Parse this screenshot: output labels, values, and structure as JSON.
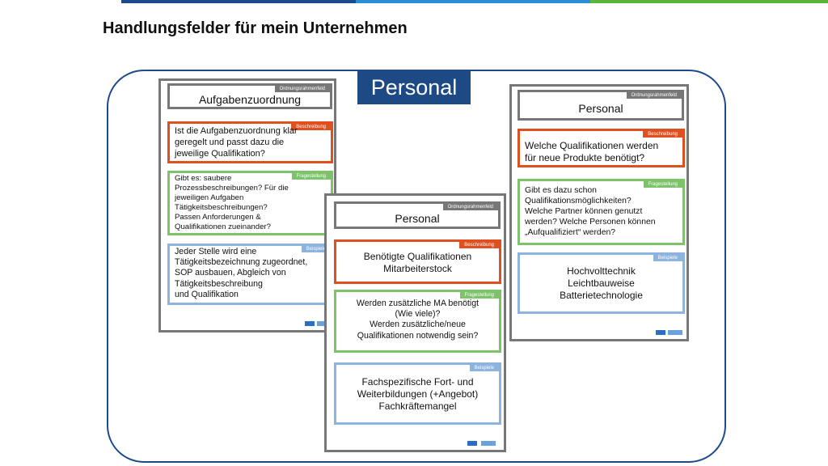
{
  "page": {
    "title": "Handlungsfelder für mein Unternehmen"
  },
  "badge": {
    "label": "Personal"
  },
  "colors": {
    "dark_blue": "#1c4a8a",
    "orange": "#e0501f",
    "green": "#7cc36a",
    "light_blue": "#8db3df",
    "gray": "#777777"
  },
  "cards": {
    "left": {
      "ordnung_tag": "Ordnungsrahmenfeld",
      "ordnung": "Aufgabenzuordnung",
      "beschreibung_tag": "Beschreibung",
      "beschreibung": "Ist die Aufgabenzuordnung klar\ngeregelt und passt dazu die\njeweilige Qualifikation?",
      "frage_tag": "Fragestellung",
      "frage": "Gibt es: saubere\nProzessbeschreibungen? Für die\njeweiligen Aufgaben\nTätigkeitsbeschreibungen?\nPassen Anforderungen &\nQualifikationen zueinander?",
      "beispiel_tag": "Beispiele",
      "beispiel": "Jeder Stelle wird eine\nTätigkeitsbezeichnung zugeordnet,\nSOP ausbauen, Abgleich von\nTätigkeitsbeschreibung\nund Qualifikation"
    },
    "middle": {
      "ordnung_tag": "Ordnungsrahmenfeld",
      "ordnung": "Personal",
      "beschreibung_tag": "Beschreibung",
      "beschreibung": "Benötigte Qualifikationen\nMitarbeiterstock",
      "frage_tag": "Fragestellung",
      "frage": "Werden zusätzliche MA benötigt\n(Wie viele)?\nWerden zusätzliche/neue\nQualifikationen notwendig sein?",
      "beispiel_tag": "Beispiele",
      "beispiel": "Fachspezifische Fort- und\nWeiterbildungen (+Angebot)\nFachkräftemangel"
    },
    "right": {
      "ordnung_tag": "Ordnungsrahmenfeld",
      "ordnung": "Personal",
      "beschreibung_tag": "Beschreibung",
      "beschreibung": "Welche Qualifikationen werden\nfür neue Produkte benötigt?",
      "frage_tag": "Fragestellung",
      "frage": "Gibt es dazu schon\nQualifikationsmöglichkeiten?\nWelche Partner können genutzt\nwerden? Welche Personen können\n„Aufqualifiziert“ werden?",
      "beispiel_tag": "Beispiele",
      "beispiel": "Hochvolttechnik\nLeichtbauweise\nBatterietechnologie"
    }
  }
}
